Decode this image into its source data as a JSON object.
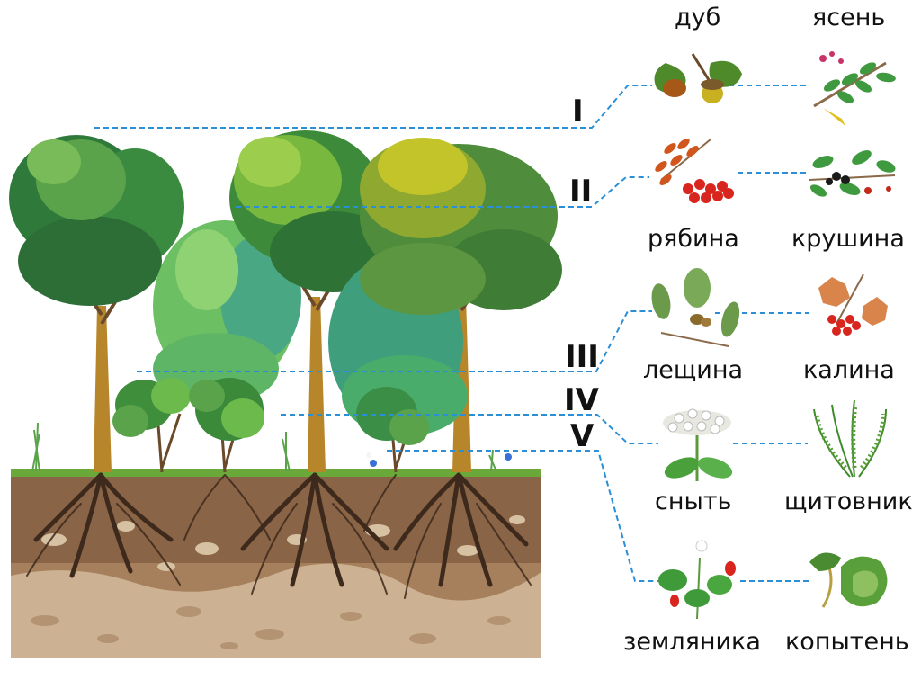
{
  "layers": [
    {
      "numeral": "I",
      "plants": [
        "дуб",
        "ясень"
      ]
    },
    {
      "numeral": "II",
      "plants": [
        "рябина",
        "крушина"
      ]
    },
    {
      "numeral": "III",
      "plants": [
        "лещина",
        "калина"
      ]
    },
    {
      "numeral": "IV",
      "plants": [
        "сныть",
        "щитовник"
      ]
    },
    {
      "numeral": "V",
      "plants": [
        "земляника",
        "копытень"
      ]
    }
  ],
  "colors": {
    "guide_line": "#2a8fd6",
    "grass": "#6aa83a",
    "soil": "#8f6a4a",
    "subsoil": "#c8ad8e",
    "root": "#3e2a1c"
  }
}
